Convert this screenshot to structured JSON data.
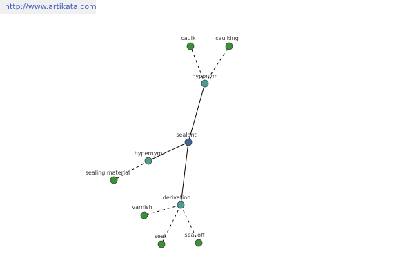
{
  "url": "http://www.artikata.com",
  "colors": {
    "center": "#4a5da0",
    "relation": "#4e9a96",
    "leaf": "#3f8f3a",
    "edge": "#000000",
    "url_bg": "#f0f0f0",
    "url_text": "#3f5fbf"
  },
  "nodes": [
    {
      "id": "sealant",
      "label": "sealant",
      "kind": "center"
    },
    {
      "id": "hyponym",
      "label": "hyponym",
      "kind": "relation"
    },
    {
      "id": "hypernym",
      "label": "hypernym",
      "kind": "relation"
    },
    {
      "id": "derivation",
      "label": "derivation",
      "kind": "relation"
    },
    {
      "id": "caulk",
      "label": "caulk",
      "kind": "leaf"
    },
    {
      "id": "caulking",
      "label": "caulking",
      "kind": "leaf"
    },
    {
      "id": "sealing-material",
      "label": "sealing material",
      "kind": "leaf"
    },
    {
      "id": "varnish",
      "label": "varnish",
      "kind": "leaf"
    },
    {
      "id": "seal",
      "label": "seal",
      "kind": "leaf"
    },
    {
      "id": "seal-off",
      "label": "seal off",
      "kind": "leaf"
    }
  ],
  "edges": [
    {
      "from": "sealant",
      "to": "hyponym",
      "style": "solid"
    },
    {
      "from": "sealant",
      "to": "hypernym",
      "style": "solid"
    },
    {
      "from": "sealant",
      "to": "derivation",
      "style": "solid"
    },
    {
      "from": "hyponym",
      "to": "caulk",
      "style": "dashed"
    },
    {
      "from": "hyponym",
      "to": "caulking",
      "style": "dashed"
    },
    {
      "from": "hypernym",
      "to": "sealing-material",
      "style": "dashed"
    },
    {
      "from": "derivation",
      "to": "varnish",
      "style": "dashed"
    },
    {
      "from": "derivation",
      "to": "seal",
      "style": "dashed"
    },
    {
      "from": "derivation",
      "to": "seal-off",
      "style": "dashed"
    }
  ]
}
